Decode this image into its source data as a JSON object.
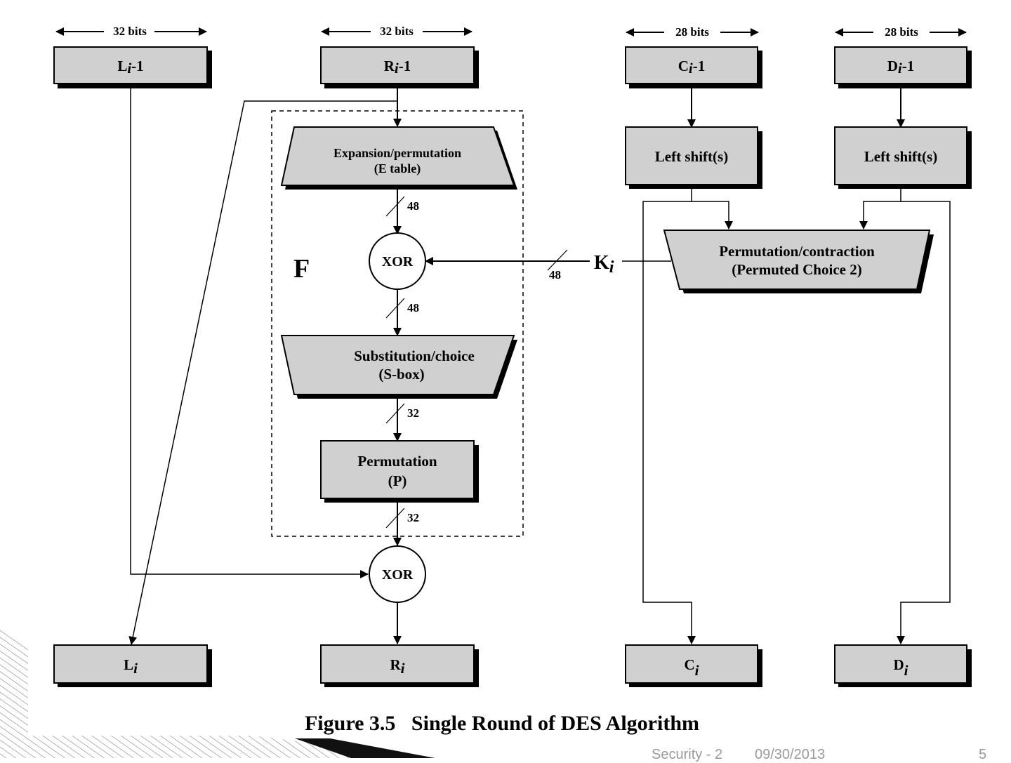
{
  "widths": {
    "l": "32 bits",
    "r": "32 bits",
    "c": "28 bits",
    "d": "28 bits"
  },
  "inputs": {
    "l": {
      "main": "L",
      "sub": "i",
      "tail": "-1"
    },
    "r": {
      "main": "R",
      "sub": "i",
      "tail": "-1"
    },
    "c": {
      "main": "C",
      "sub": "i",
      "tail": "-1"
    },
    "d": {
      "main": "D",
      "sub": "i",
      "tail": "-1"
    }
  },
  "outputs": {
    "l": {
      "main": "L",
      "sub": "i"
    },
    "r": {
      "main": "R",
      "sub": "i"
    },
    "c": {
      "main": "C",
      "sub": "i"
    },
    "d": {
      "main": "D",
      "sub": "i"
    }
  },
  "f_label": "F",
  "expansion": {
    "line1": "Expansion/permutation",
    "line2": "(E table)"
  },
  "xor_top": "XOR",
  "xor_bottom": "XOR",
  "substitution": {
    "line1": "Substitution/choice",
    "line2": "(S-box)"
  },
  "permutation": {
    "line1": "Permutation",
    "line2": "(P)"
  },
  "left_shift_c": "Left shift(s)",
  "left_shift_d": "Left shift(s)",
  "pc2": {
    "line1": "Permutation/contraction",
    "line2": "(Permuted Choice 2)"
  },
  "key": {
    "main": "K",
    "sub": "i"
  },
  "bit_counts": {
    "after_expansion": "48",
    "key": "48",
    "after_xor": "48",
    "after_sbox": "32",
    "after_perm": "32"
  },
  "caption": "Figure 3.5   Single Round of DES Algorithm",
  "footer": {
    "left": "Security - 2",
    "date": "09/30/2013",
    "page": "5"
  }
}
